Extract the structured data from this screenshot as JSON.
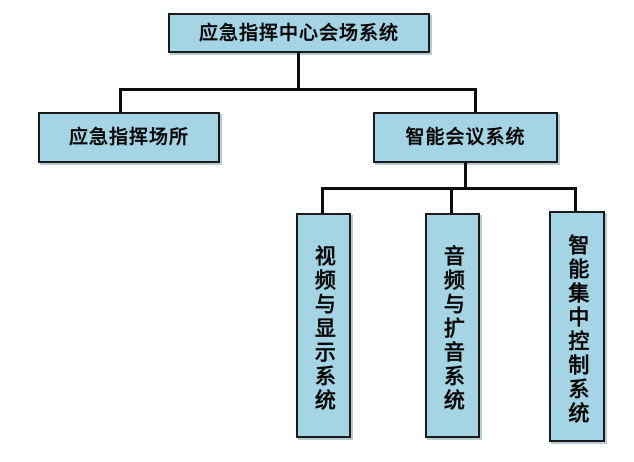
{
  "diagram": {
    "type": "org-tree",
    "title_node": {
      "id": "root",
      "label": "应急指挥中心会场系统"
    },
    "level2": [
      {
        "id": "site",
        "label": "应急指挥场所"
      },
      {
        "id": "smart-meeting",
        "label": "智能会议系统"
      }
    ],
    "level3": [
      {
        "id": "video-display",
        "label": "视频与显示系统"
      },
      {
        "id": "audio-amplify",
        "label": "音频与扩音系统"
      },
      {
        "id": "central-control",
        "label": "智能集中控制系统"
      }
    ],
    "colors": {
      "node_fill": "#a5d5e4",
      "node_border": "#1b1b1b",
      "edge": "#0d0d0d",
      "background": "#ffffff",
      "text": "#080808"
    }
  }
}
